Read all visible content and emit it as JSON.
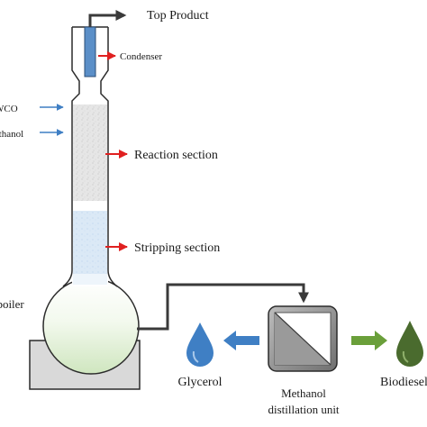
{
  "labels": {
    "top_product": "Top Product",
    "condenser": "Condenser",
    "wco": "WCO",
    "methanol_feed": "Methanol",
    "reaction_section": "Reaction section",
    "stripping_section": "Stripping section",
    "reboiler": "Reboiler",
    "glycerol": "Glycerol",
    "distillation_unit_line1": "Methanol",
    "distillation_unit_line2": "distillation unit",
    "biodiesel": "Biodiesel"
  },
  "colors": {
    "arrow_red": "#e02020",
    "arrow_blue": "#3f7fc4",
    "arrow_green": "#6a9f3a",
    "condenser_blue": "#5b8fc8",
    "glycerol_drop": "#3f7fc4",
    "biodiesel_drop": "#4a6b2e",
    "reaction_packing": "#e4e4e4",
    "stripping_packing": "#dbe9f6",
    "flask_liquid": "#dff0d2"
  },
  "icons": {
    "glycerol": "water-drop-icon",
    "biodiesel": "oil-drop-icon",
    "distillation_unit": "separator-unit-icon"
  }
}
